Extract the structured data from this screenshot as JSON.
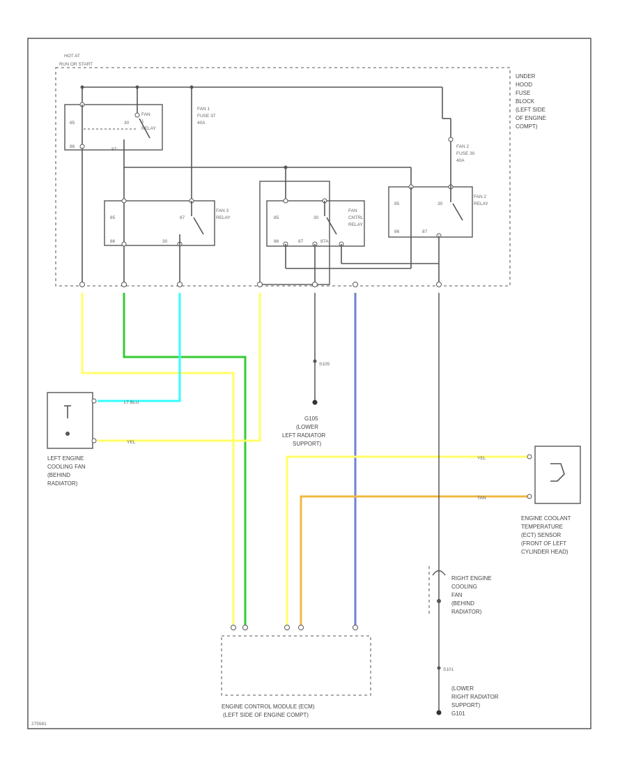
{
  "colors": {
    "yellow": "#ffff66",
    "green": "#33cc33",
    "cyan": "#33ffff",
    "blue": "#6b84d6",
    "tan": "#f0b840",
    "gray": "#555555"
  },
  "labels": {
    "hot_at": "HOT AT",
    "hot_at_2": "RUN OR START",
    "underhood_fuse_block": [
      "UNDER",
      "HOOD",
      "FUSE",
      "BLOCK",
      "(LEFT SIDE",
      "OF ENGINE",
      "COMPT)"
    ],
    "fan1_relay": [
      "FAN",
      "1",
      "RELAY"
    ],
    "fan1_fuse": [
      "FAN 1",
      "FUSE 37",
      "40A"
    ],
    "fan2_fuse": [
      "FAN 2",
      "FUSE 30",
      "40A"
    ],
    "fan3_relay": [
      "FAN 3",
      "RELAY"
    ],
    "fan_control_relay": [
      "FAN",
      "CNTRL",
      "RELAY"
    ],
    "fan2_relay": [
      "FAN 2",
      "RELAY"
    ],
    "left_fan_motor": [
      "LEFT ENGINE",
      "COOLING FAN",
      "(BEHIND",
      "RADIATOR)"
    ],
    "ground_g105": [
      "G105",
      "(LOWER",
      "LEFT RADIATOR",
      "SUPPORT)"
    ],
    "ect_sensor": [
      "ENGINE COOLANT",
      "TEMPERATURE",
      "(ECT) SENSOR",
      "(FRONT OF LEFT",
      "CYLINDER HEAD)"
    ],
    "right_fan_motor": [
      "RIGHT ENGINE",
      "COOLING",
      "FAN",
      "(BEHIND",
      "RADIATOR)"
    ],
    "ground_g101": [
      "(LOWER",
      "RIGHT RADIATOR",
      "SUPPORT)",
      "G101"
    ],
    "ecm": [
      "ENGINE CONTROL MODULE (ECM)",
      "(LEFT SIDE OF ENGINE COMPT)"
    ],
    "wire_lt_blu": "LT BLU",
    "wire_yel": "YEL",
    "wire_tan": "TAN",
    "s_g105": "S105",
    "s_g101": "S101",
    "footer_code": "275581"
  }
}
